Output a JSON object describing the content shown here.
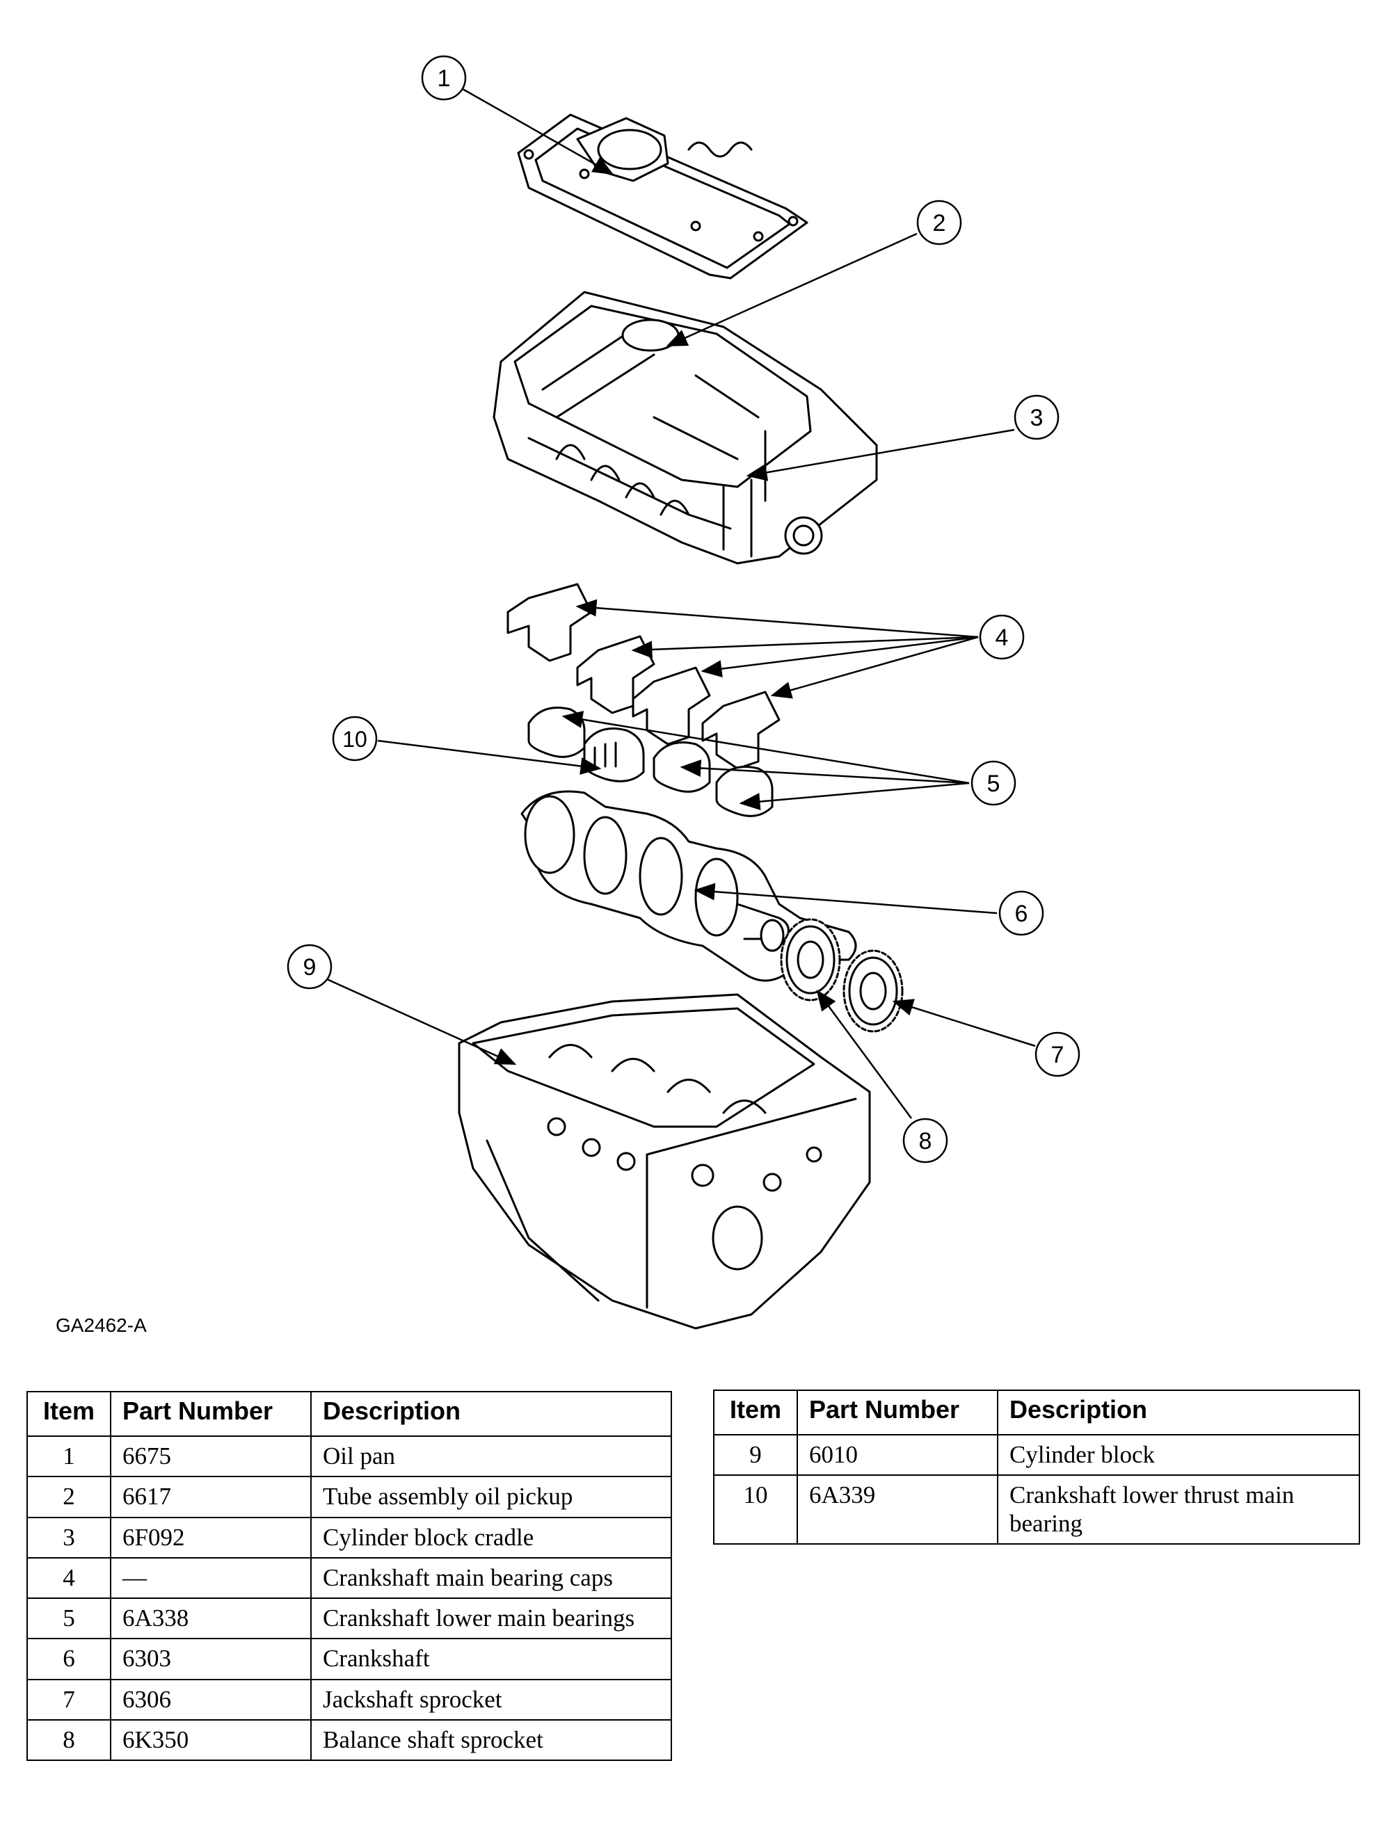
{
  "figure_id": "GA2462-A",
  "callouts": {
    "c1": "1",
    "c2": "2",
    "c3": "3",
    "c4": "4",
    "c5": "5",
    "c6": "6",
    "c7": "7",
    "c8": "8",
    "c9": "9",
    "c10": "10"
  },
  "table_left": {
    "headers": [
      "Item",
      "Part Number",
      "Description"
    ],
    "rows": [
      {
        "item": "1",
        "part": "6675",
        "desc": "Oil pan"
      },
      {
        "item": "2",
        "part": "6617",
        "desc": "Tube assembly oil pickup"
      },
      {
        "item": "3",
        "part": "6F092",
        "desc": "Cylinder block cradle"
      },
      {
        "item": "4",
        "part": "—",
        "desc": "Crankshaft main bearing caps"
      },
      {
        "item": "5",
        "part": "6A338",
        "desc": "Crankshaft lower main bearings"
      },
      {
        "item": "6",
        "part": "6303",
        "desc": "Crankshaft"
      },
      {
        "item": "7",
        "part": "6306",
        "desc": "Jackshaft sprocket"
      },
      {
        "item": "8",
        "part": "6K350",
        "desc": "Balance shaft sprocket"
      }
    ]
  },
  "table_right": {
    "headers": [
      "Item",
      "Part Number",
      "Description"
    ],
    "rows": [
      {
        "item": "9",
        "part": "6010",
        "desc": "Cylinder block"
      },
      {
        "item": "10",
        "part": "6A339",
        "desc": "Crankshaft lower thrust main bearing"
      }
    ]
  }
}
